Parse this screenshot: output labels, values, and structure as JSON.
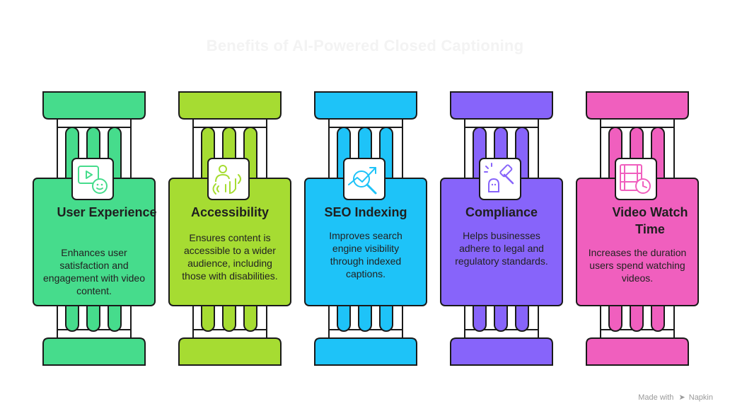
{
  "title": "Benefits of AI-Powered Closed Captioning",
  "colors": {
    "green": "#46dc8c",
    "lime": "#a6dc32",
    "blue": "#1ec3f8",
    "purple": "#8764fa",
    "pink": "#f05fbe",
    "outline": "#1a1a1a"
  },
  "pillars": [
    {
      "title": "User Experience",
      "description": "Enhances user satisfaction and engagement with video content.",
      "color": "#46dc8c",
      "icon": "video-play-smile-icon"
    },
    {
      "title": "Accessibility",
      "description": "Ensures content is accessible to a wider audience, including those with disabilities.",
      "color": "#a6dc32",
      "icon": "person-sound-waves-icon"
    },
    {
      "title": "SEO Indexing",
      "description": "Improves search engine visibility through indexed captions.",
      "color": "#1ec3f8",
      "icon": "magnifier-trend-icon"
    },
    {
      "title": "Compliance",
      "description": "Helps businesses adhere to legal and regulatory standards.",
      "color": "#8764fa",
      "icon": "gavel-figure-icon"
    },
    {
      "title": "Video Watch Time",
      "description": "Increases the duration users spend watching videos.",
      "color": "#f05fbe",
      "icon": "film-clock-icon"
    }
  ],
  "footer": {
    "made_with": "Made with",
    "brand": "Napkin"
  }
}
